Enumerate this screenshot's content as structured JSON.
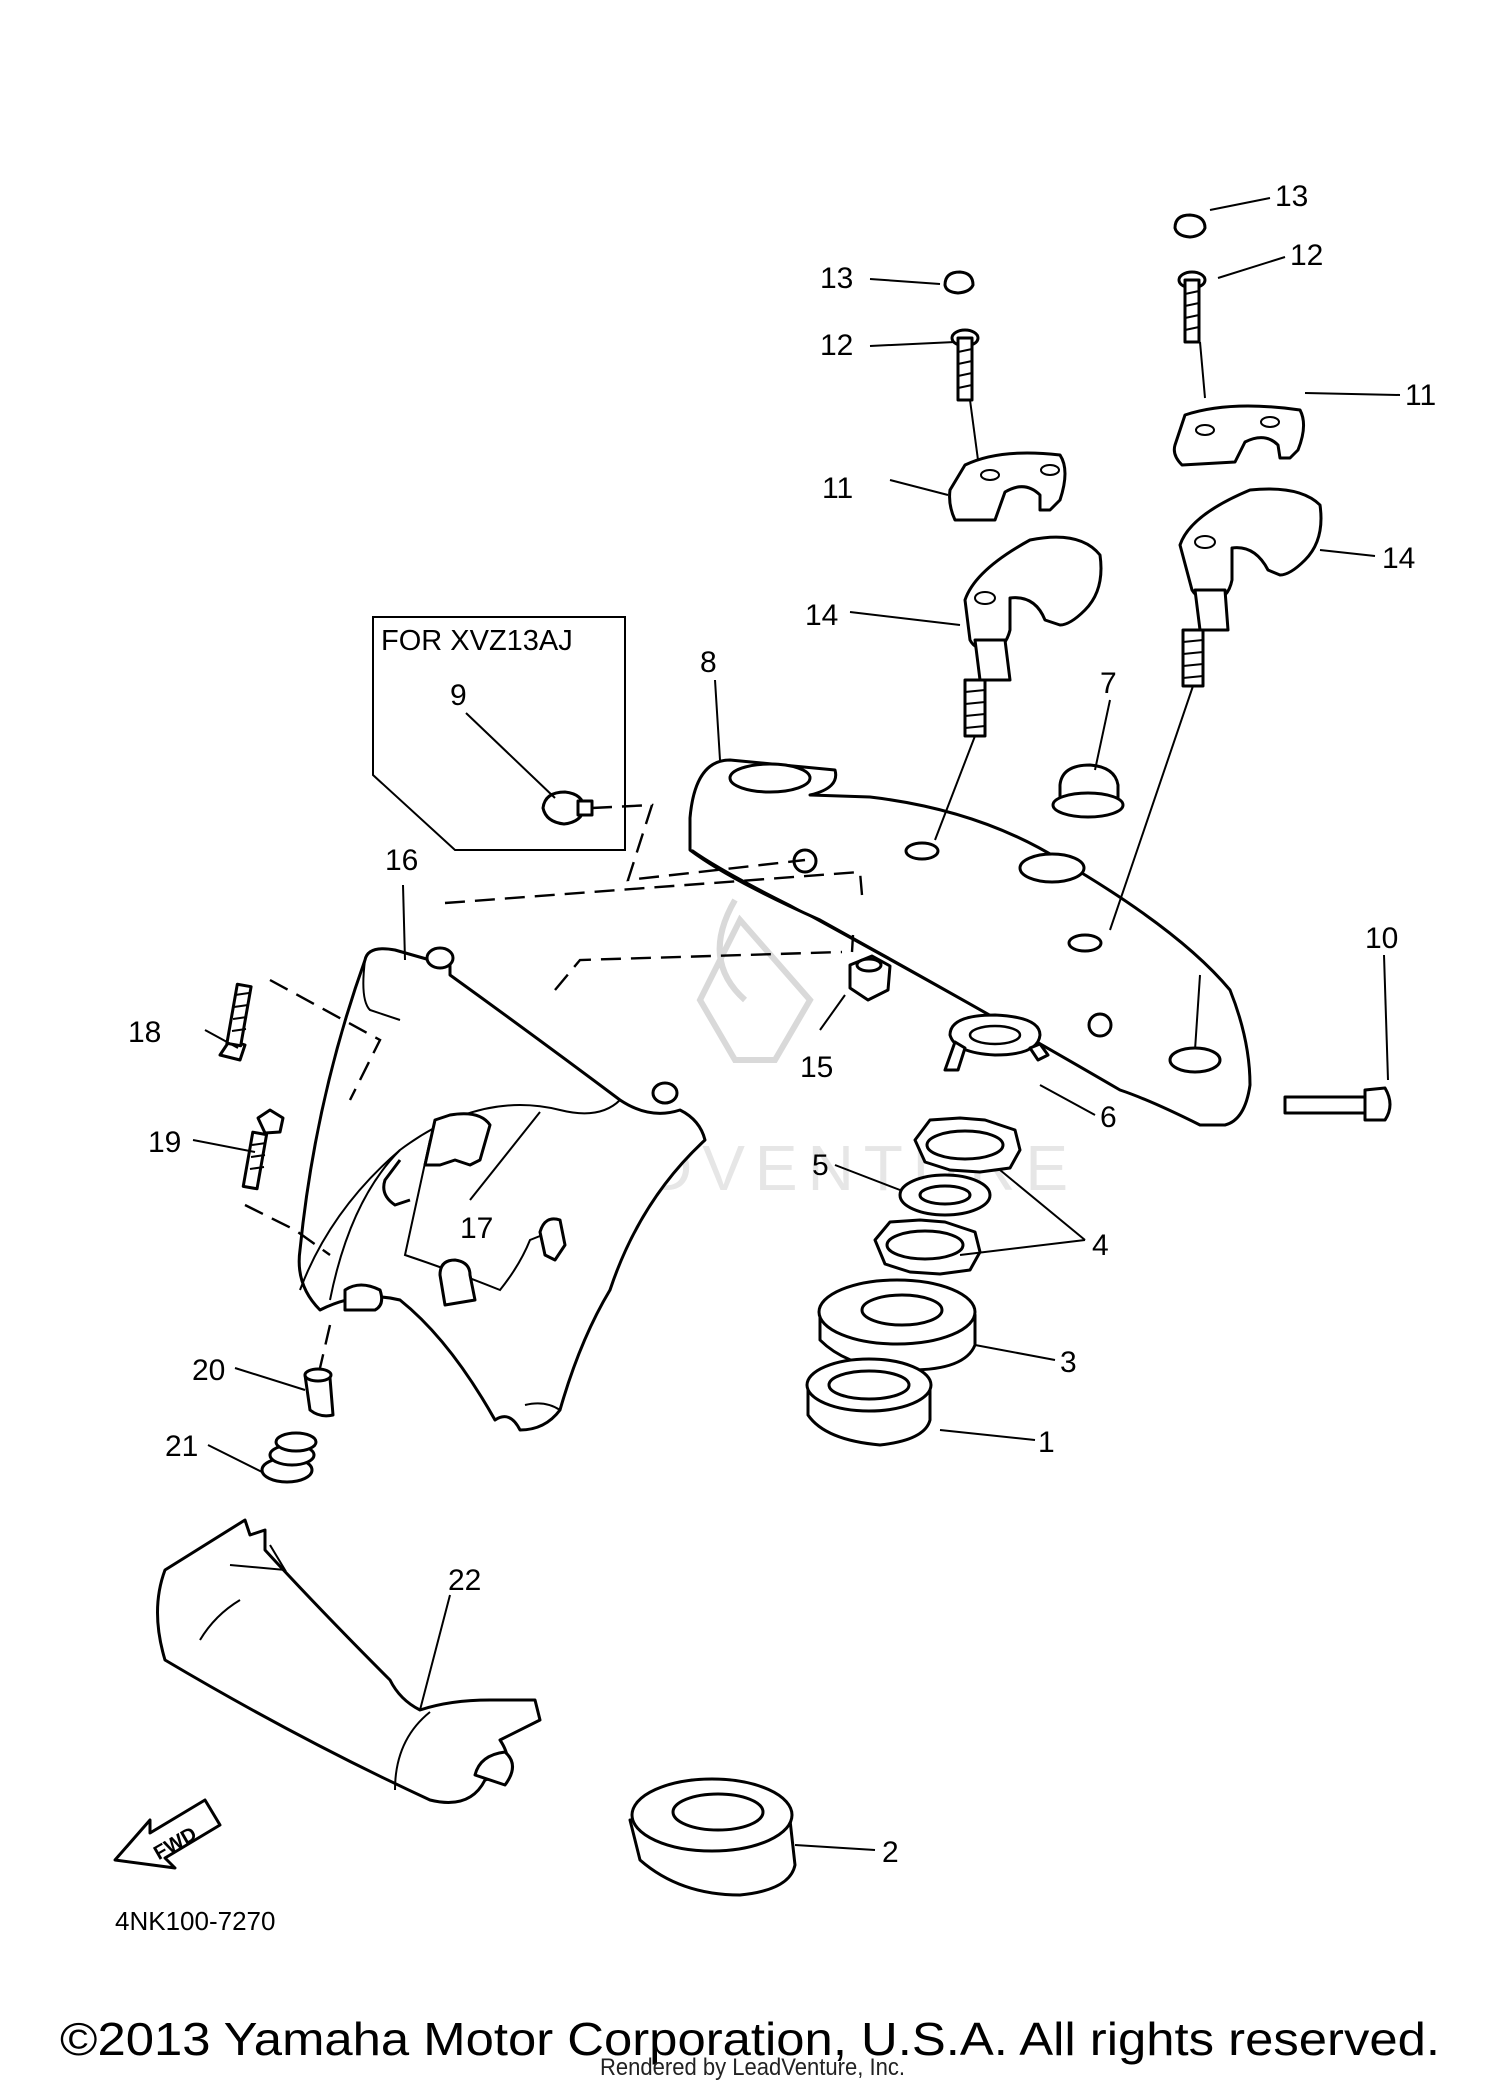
{
  "diagram": {
    "box_title": "FOR XVZ13AJ",
    "fwd_label": "FWD",
    "diagram_code": "4NK100-7270",
    "watermark_text": "LEADVENTURE"
  },
  "callouts": [
    "1",
    "2",
    "3",
    "4",
    "5",
    "6",
    "7",
    "8",
    "9",
    "10",
    "11",
    "11",
    "12",
    "12",
    "13",
    "13",
    "14",
    "14",
    "15",
    "16",
    "17",
    "18",
    "19",
    "20",
    "21",
    "22"
  ],
  "footer": {
    "copyright": "©2013 Yamaha Motor Corporation, U.S.A. All rights reserved.",
    "rendered_by": "Rendered by LeadVenture, Inc."
  }
}
